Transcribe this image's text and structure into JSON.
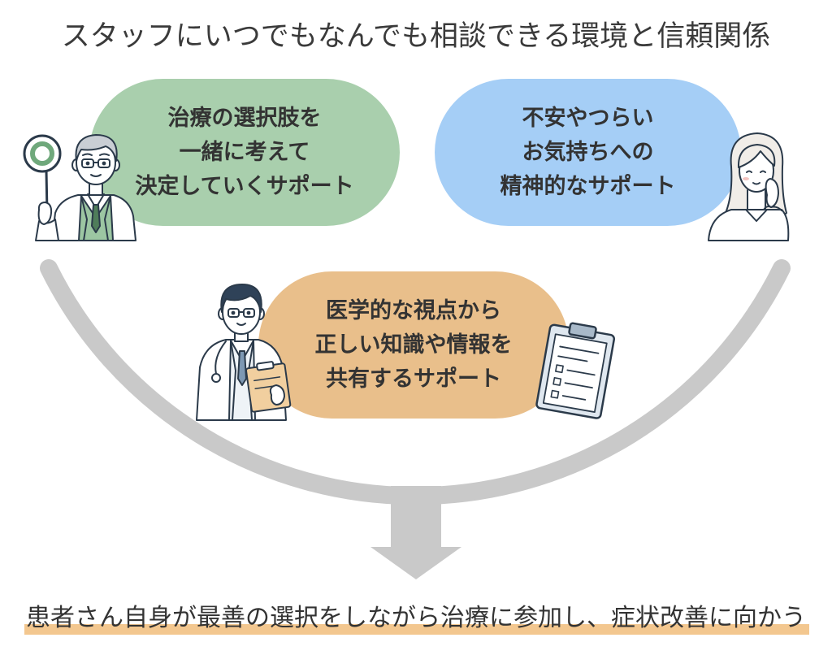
{
  "title": "スタッフにいつでもなんでも相談できる環境と信頼関係",
  "supports": [
    {
      "lines": [
        "治療の選択肢を",
        "一緒に考えて",
        "決定していくサポート"
      ],
      "color": "#a9cfad"
    },
    {
      "lines": [
        "不安やつらい",
        "お気持ちへの",
        "精神的なサポート"
      ],
      "color": "#a5cef6"
    },
    {
      "lines": [
        "医学的な視点から",
        "正しい知識や情報を",
        "共有するサポート"
      ],
      "color": "#e9bf8b"
    }
  ],
  "conclusion": {
    "text": "患者さん自身が最善の選択をしながら治療に参加し、症状改善に向かう",
    "highlight_color": "#f3c78f"
  },
  "arrow_color": "#c9c9c9",
  "line_color": "#2b3a4a",
  "icons": [
    "senior-doctor-icon",
    "ok-sign-icon",
    "patient-woman-icon",
    "young-doctor-icon",
    "clipboard-checklist-icon",
    "curved-arrow-icon",
    "down-arrow-icon"
  ]
}
